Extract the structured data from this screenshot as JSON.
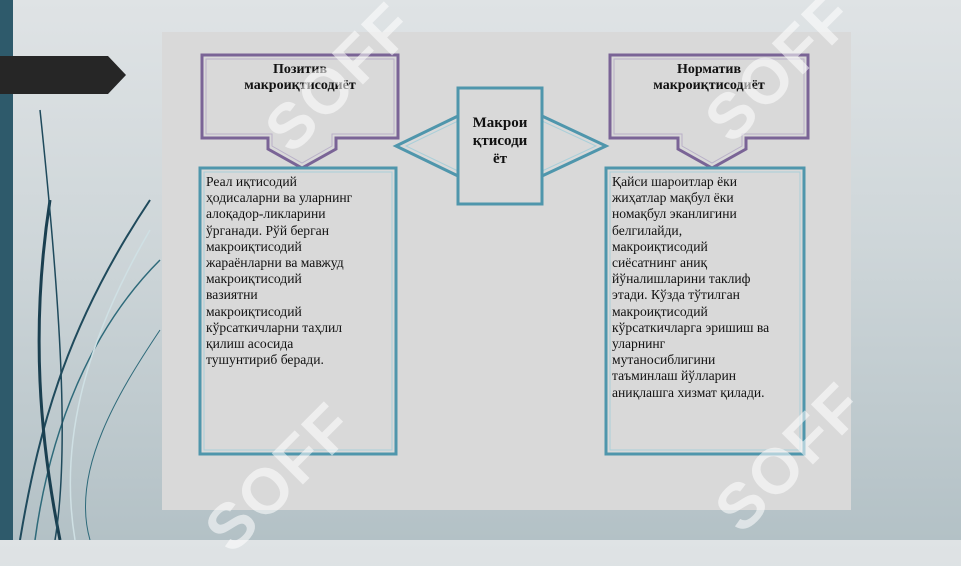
{
  "diagram": {
    "center": {
      "lines": [
        "Макрои",
        "қтисоди",
        "ёт"
      ]
    },
    "left": {
      "title_lines": [
        "Позитив",
        "макроиқтисодиёт"
      ],
      "body": "Реал иқтисодий\nҳодисаларни ва уларнинг\nалоқадор-ликларини\nўрганади. Рўй берган\nмакроиқтисодий\nжараёнларни ва мавжуд\nмакроиқтисодий\nвазиятни\nмакроиқтисодий\nкўрсаткичларни таҳлил\nқилиш асосида\nтушунтириб беради."
    },
    "right": {
      "title_lines": [
        "Норматив",
        "макроиқтисодиёт"
      ],
      "body": "Қайси шароитлар  ёки\nжиҳатлар мақбул ёки\nномақбул  эканлигини\nбелгилайди,\nмакроиқтисодий\nсиёсатнинг аниқ\nйўналишларини таклиф\nэтади.  Кўзда тўтилган\nмакроиқтисодий\nкўрсаткичларга эришиш ва\nуларнинг\nмутаносиблигини\nтаъминлаш йўлларин\nаниқлашга хизмат қилади."
    },
    "colors": {
      "box_border": "#4f96ac",
      "callout_border": "#7a6496"
    }
  },
  "watermark": {
    "text": "SOFF"
  }
}
